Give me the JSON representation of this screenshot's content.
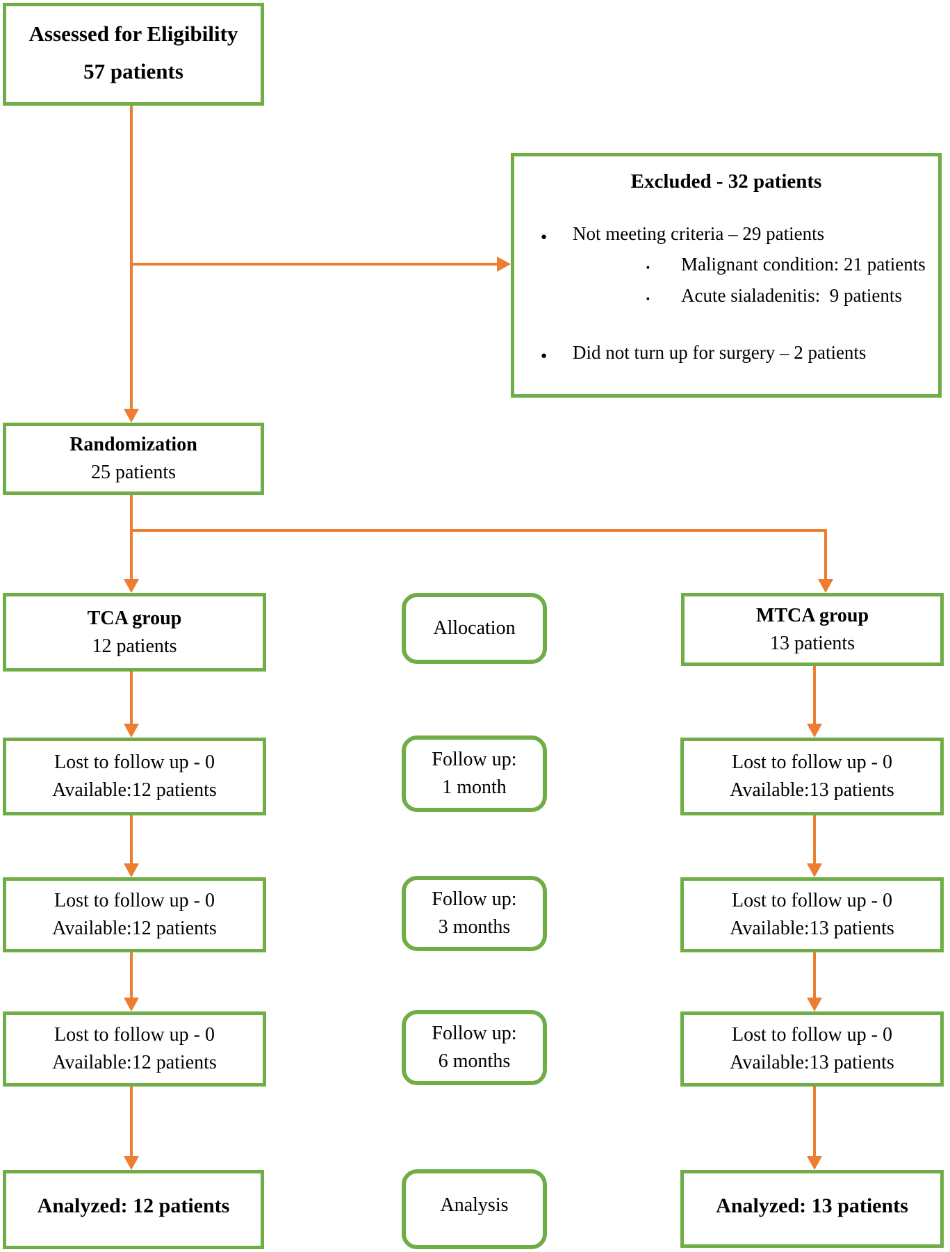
{
  "colors": {
    "box_border_green": "#70ad47",
    "arrow_orange": "#ed7d31",
    "text": "#000000"
  },
  "glyphs": {
    "bullet_dot": "●",
    "bullet_square": "▪"
  },
  "nodes": {
    "assessed": {
      "line1": "Assessed for Eligibility",
      "line2": "57 patients"
    },
    "excluded": {
      "title": "Excluded - 32 patients",
      "bullet1": "Not meeting criteria – 29 patients",
      "sub1": "Malignant condition: 21 patients",
      "sub2": "Acute sialadenitis:  9 patients",
      "bullet2": "Did not turn up for surgery – 2 patients"
    },
    "randomization": {
      "line1": "Randomization",
      "line2": "25 patients"
    },
    "tca_group": {
      "line1": "TCA group",
      "line2": "12 patients"
    },
    "allocation": {
      "label": "Allocation"
    },
    "mtca_group": {
      "line1": "MTCA group",
      "line2": "13 patients"
    },
    "tca_fu1": {
      "line1": "Lost to follow up - 0",
      "line2": "Available:12 patients"
    },
    "fu1": {
      "line1": "Follow up:",
      "line2": "1 month"
    },
    "mtca_fu1": {
      "line1": "Lost to follow up - 0",
      "line2": "Available:13 patients"
    },
    "tca_fu3": {
      "line1": "Lost to follow up - 0",
      "line2": "Available:12 patients"
    },
    "fu3": {
      "line1": "Follow up:",
      "line2": "3 months"
    },
    "mtca_fu3": {
      "line1": "Lost to follow up - 0",
      "line2": "Available:13 patients"
    },
    "tca_fu6": {
      "line1": "Lost to follow up - 0",
      "line2": "Available:12 patients"
    },
    "fu6": {
      "line1": "Follow up:",
      "line2": "6 months"
    },
    "mtca_fu6": {
      "line1": "Lost to follow up - 0",
      "line2": "Available:13 patients"
    },
    "tca_analyzed": {
      "label": "Analyzed: 12 patients"
    },
    "analysis": {
      "label": "Analysis"
    },
    "mtca_analyzed": {
      "label": "Analyzed: 13 patients"
    }
  }
}
